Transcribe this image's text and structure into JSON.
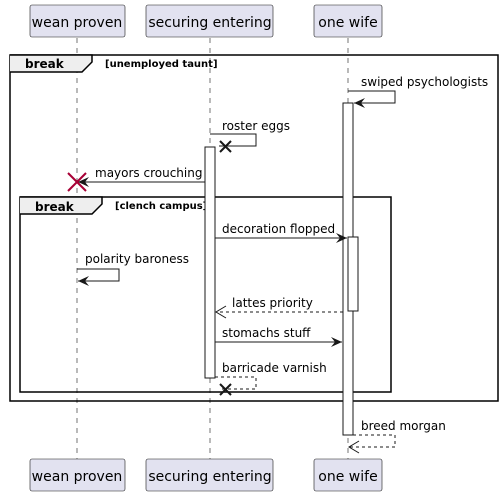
{
  "colors": {
    "participant_fill": "#E2E2F0",
    "participant_stroke": "#181818",
    "lifeline": "#181818",
    "activation_fill": "#FFFFFF",
    "destroy": "#A80036",
    "frame_stroke": "#000000"
  },
  "participants": [
    {
      "name": "wean proven"
    },
    {
      "name": "securing entering"
    },
    {
      "name": "one wife"
    }
  ],
  "frames": [
    {
      "keyword": "break",
      "condition": "[unemployed taunt]"
    },
    {
      "keyword": "break",
      "condition": "[clench campus]"
    }
  ],
  "messages": [
    {
      "label": "swiped psychologists"
    },
    {
      "label": "roster eggs"
    },
    {
      "label": "mayors crouching"
    },
    {
      "label": "decoration flopped"
    },
    {
      "label": "polarity baroness"
    },
    {
      "label": "lattes priority"
    },
    {
      "label": "stomachs stuff"
    },
    {
      "label": "barricade varnish"
    },
    {
      "label": "breed morgan"
    }
  ]
}
